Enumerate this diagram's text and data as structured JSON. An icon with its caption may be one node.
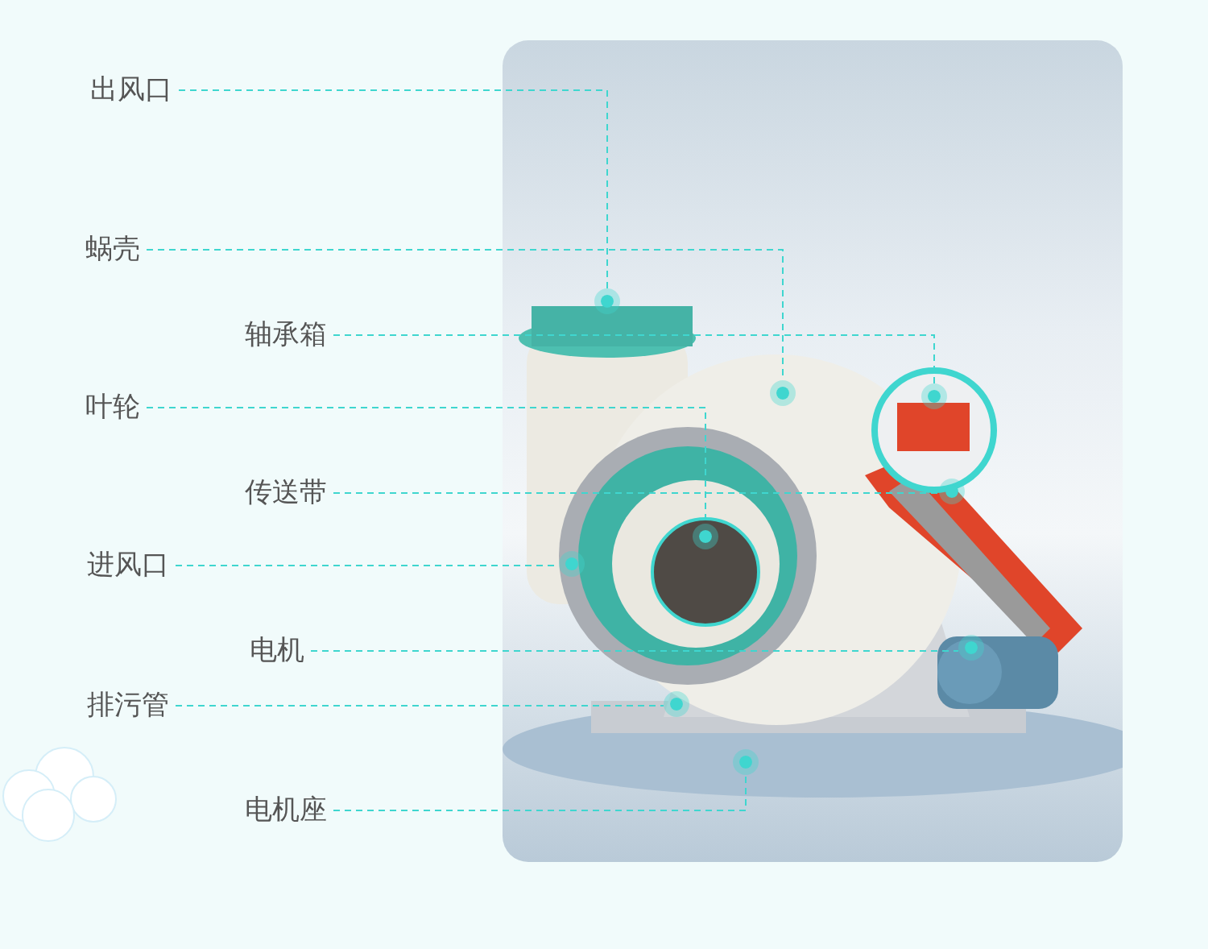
{
  "diagram": {
    "nodes": [
      {
        "text": [
          "出风口"
        ]
      },
      {
        "text": [
          "蜗壳"
        ]
      },
      {
        "text": [
          "轴承箱"
        ]
      },
      {
        "text": [
          "叶轮"
        ]
      },
      {
        "text": [
          "传送带"
        ]
      },
      {
        "text": [
          "进风口"
        ]
      },
      {
        "text": [
          "电机"
        ]
      },
      {
        "text": [
          "排污管"
        ]
      },
      {
        "text": [
          "电机座"
        ]
      },
      {
        "text": [],
        "shape": "circle"
      },
      {
        "text": [],
        "shape": "circle"
      },
      {
        "text": [],
        "shape": "circle"
      },
      {
        "text": [],
        "shape": "circle"
      },
      {
        "text": [],
        "shape": "circle"
      },
      {
        "text": [],
        "shape": "circle"
      },
      {
        "text": [],
        "shape": "circle"
      },
      {
        "text": [],
        "shape": "circle"
      },
      {
        "text": [],
        "shape": "circle"
      }
    ],
    "edges": [
      {
        "from": 0,
        "to": 9,
        "arrow": "none",
        "style": "dashed"
      },
      {
        "from": 1,
        "to": 10,
        "arrow": "none",
        "style": "dashed"
      },
      {
        "from": 2,
        "to": 11,
        "arrow": "none",
        "style": "dashed"
      },
      {
        "from": 3,
        "to": 12,
        "arrow": "none",
        "style": "dashed"
      },
      {
        "from": 4,
        "to": 13,
        "arrow": "none",
        "style": "dashed"
      },
      {
        "from": 5,
        "to": 14,
        "arrow": "none",
        "style": "dashed"
      },
      {
        "from": 6,
        "to": 15,
        "arrow": "none",
        "style": "dashed"
      },
      {
        "from": 7,
        "to": 16,
        "arrow": "none",
        "style": "dashed"
      },
      {
        "from": 8,
        "to": 17,
        "arrow": "none",
        "style": "dashed"
      }
    ]
  }
}
